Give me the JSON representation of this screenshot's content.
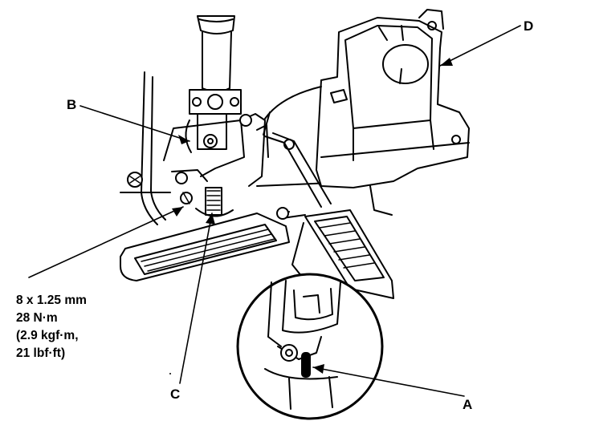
{
  "callouts": {
    "a": "A",
    "b": "B",
    "c": "C",
    "d": "D"
  },
  "torque_spec": {
    "size": "8 x 1.25 mm",
    "torque_nm": "28 N·m",
    "torque_kgfm": "(2.9 kgf·m,",
    "torque_lbfft": "21 lbf·ft)"
  },
  "colors": {
    "ink": "#000000",
    "paper": "#ffffff"
  }
}
